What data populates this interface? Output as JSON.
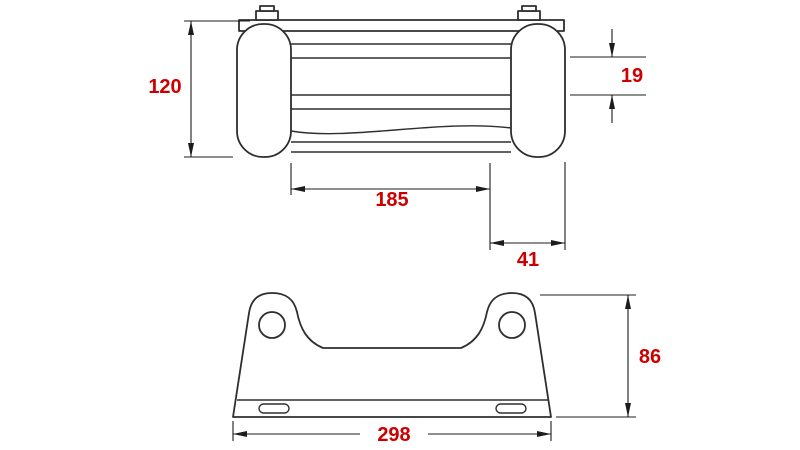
{
  "colors": {
    "background": "#ffffff",
    "part_line": "#2e2e2e",
    "dimension_line": "#1c1c1c",
    "dimension_text": "#cc0000"
  },
  "dimensions": {
    "overall_height": "120",
    "roller_diameter": "19",
    "inner_width": "185",
    "side_offset": "41",
    "plate_height": "86",
    "overall_width": "298"
  }
}
